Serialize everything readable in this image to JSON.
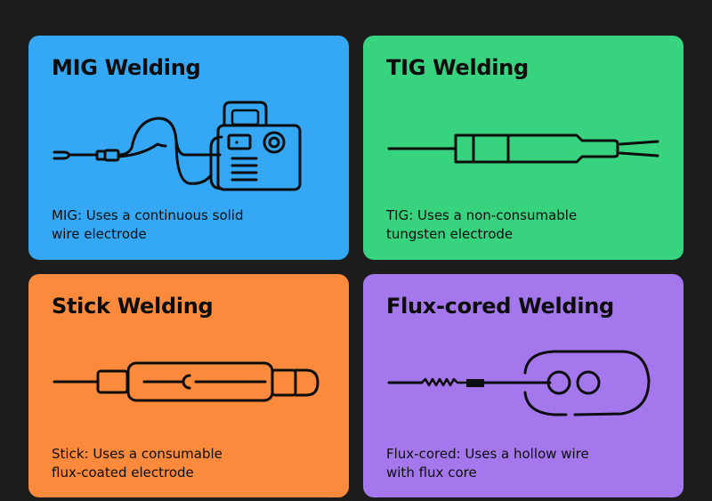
{
  "page": {
    "background": "#1c1c1c"
  },
  "cards": [
    {
      "id": "mig",
      "title": "MIG Welding",
      "description_lines": [
        "MIG: Uses a continuous solid",
        "wire electrode"
      ],
      "color": "#34a8f4",
      "icon": "mig-welder-machine-icon"
    },
    {
      "id": "tig",
      "title": "TIG Welding",
      "description_lines": [
        "TIG: Uses a non-consumable",
        "tungsten electrode"
      ],
      "color": "#37d37f",
      "icon": "tig-torch-icon"
    },
    {
      "id": "stick",
      "title": "Stick Welding",
      "description_lines": [
        "Stick: Uses a consumable",
        "flux-coated electrode"
      ],
      "color": "#fb8a3c",
      "icon": "stick-electrode-holder-icon"
    },
    {
      "id": "flux",
      "title": "Flux-cored Welding",
      "description_lines": [
        "Flux-cored: Uses a hollow wire",
        "with flux core"
      ],
      "color": "#a478ec",
      "icon": "flux-cored-wire-spool-icon"
    }
  ]
}
